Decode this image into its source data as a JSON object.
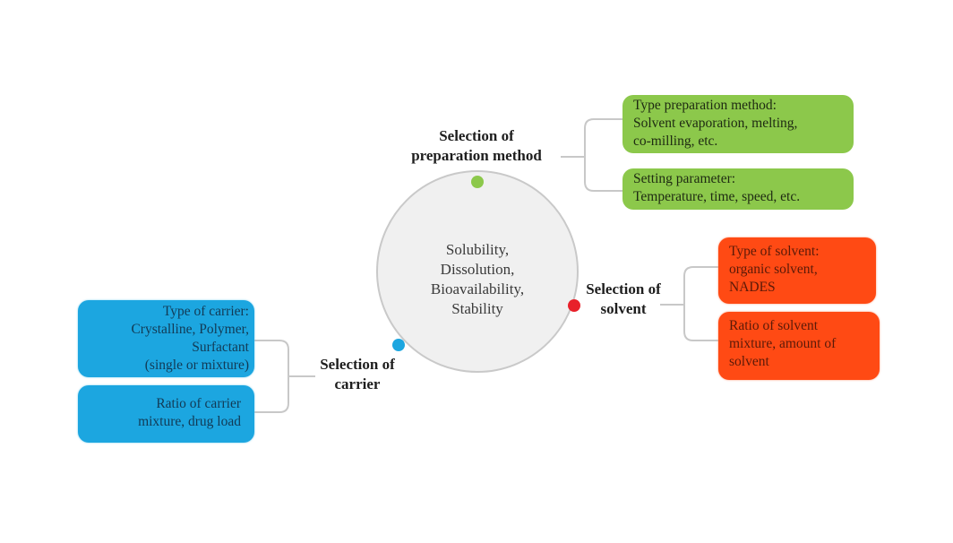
{
  "diagram": {
    "hub": {
      "lines": [
        "Solubility,",
        "Dissolution,",
        "Bioavailability,",
        "Stability"
      ],
      "fill": "#f0f0f0",
      "stroke": "#c9c9c9"
    },
    "connector_color": "#c8c8c8",
    "branches": {
      "preparation": {
        "label_lines": [
          "Selection of",
          "preparation method"
        ],
        "color": "#8cc84b",
        "items": [
          {
            "lines": [
              "Type preparation method:",
              "Solvent evaporation, melting,",
              "co-milling, etc."
            ]
          },
          {
            "lines": [
              "Setting parameter:",
              "Temperature, time, speed, etc."
            ]
          }
        ]
      },
      "solvent": {
        "label_lines": [
          "Selection of",
          "solvent"
        ],
        "color": "#e8202a",
        "box_color": "#ff4a14",
        "items": [
          {
            "lines": [
              "Type of solvent:",
              "organic solvent,",
              "NADES"
            ]
          },
          {
            "lines": [
              "Ratio of solvent",
              "mixture, amount of",
              "solvent"
            ]
          }
        ]
      },
      "carrier": {
        "label_lines": [
          "Selection of",
          "carrier"
        ],
        "color": "#1ca6e0",
        "items": [
          {
            "lines": [
              "Type of carrier:",
              "Crystalline, Polymer,",
              "Surfactant",
              "(single or mixture)"
            ]
          },
          {
            "lines": [
              "Ratio of carrier",
              "mixture, drug load"
            ]
          }
        ]
      }
    }
  }
}
